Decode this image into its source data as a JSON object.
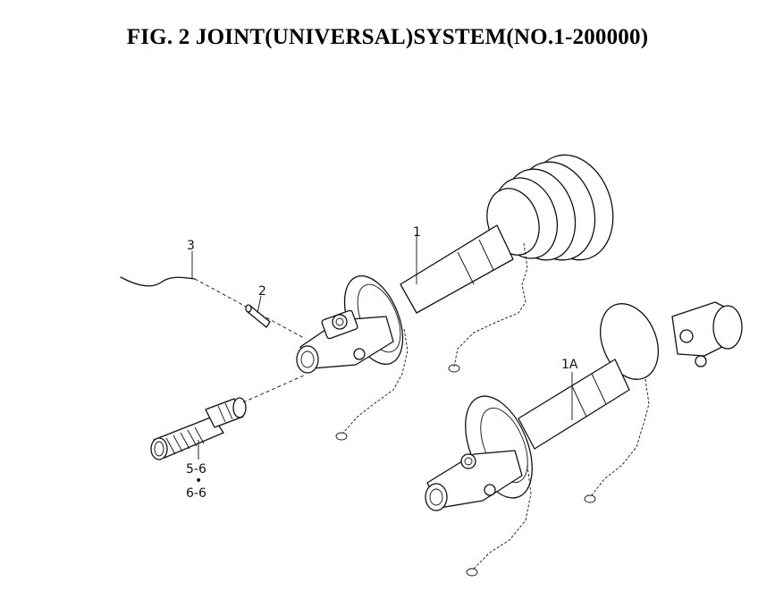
{
  "title": "FIG. 2  JOINT(UNIVERSAL)SYSTEM(NO.1-200000)",
  "callouts": {
    "part_1": "1",
    "part_1a": "1A",
    "part_2": "2",
    "part_3": "3",
    "part_5_6": "5-6",
    "part_separator": "•",
    "part_6_6": "6-6"
  }
}
